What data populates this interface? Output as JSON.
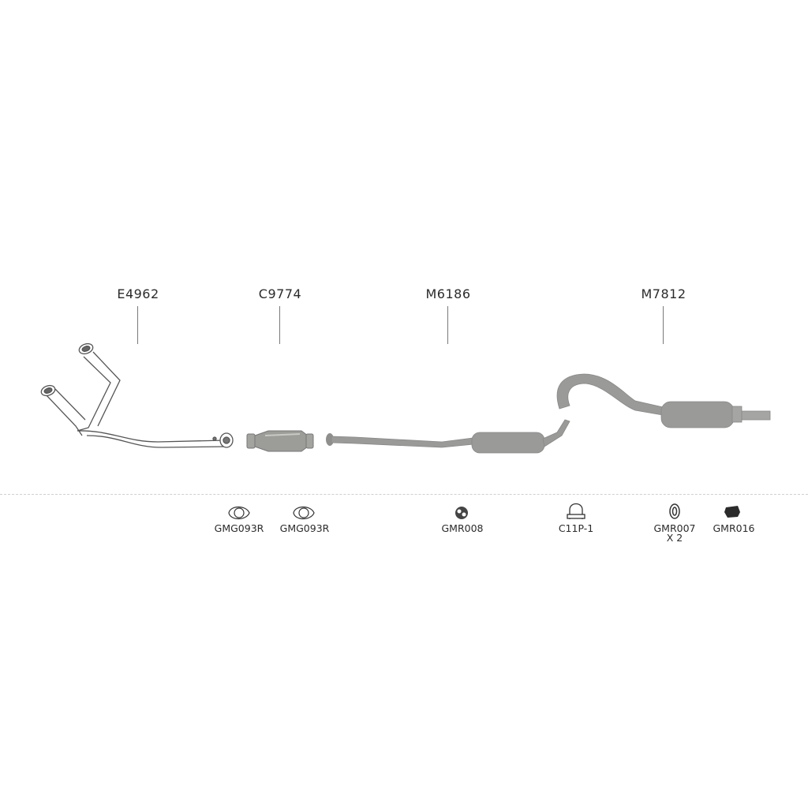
{
  "parts": [
    {
      "code": "E4962"
    },
    {
      "code": "C9774"
    },
    {
      "code": "M6186"
    },
    {
      "code": "M7812"
    }
  ],
  "fittings": [
    {
      "code": "GMG093R",
      "icon": "gasket-icon"
    },
    {
      "code": "GMG093R",
      "icon": "gasket-icon"
    },
    {
      "code": "GMR008",
      "icon": "rubber-mount-icon"
    },
    {
      "code": "C11P-1",
      "icon": "u-clamp-icon"
    },
    {
      "code": "GMR007",
      "qty": "X 2",
      "icon": "rubber-ring-icon"
    },
    {
      "code": "GMR016",
      "icon": "rubber-block-icon"
    }
  ],
  "colors": {
    "pipe_fill": "#9a9a98",
    "pipe_outline_white": "#ffffff",
    "line": "#444444"
  }
}
